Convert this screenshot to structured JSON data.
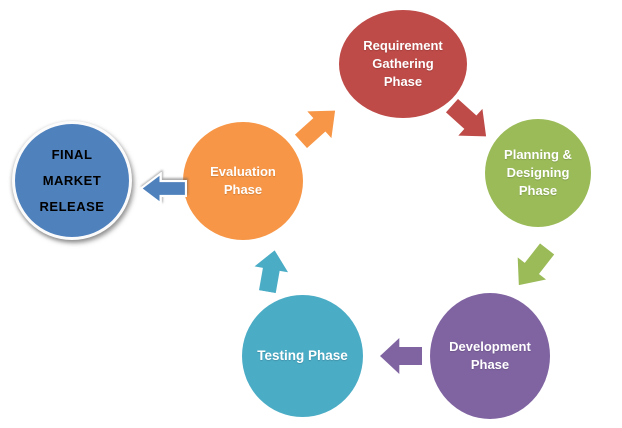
{
  "diagram": {
    "phases": [
      {
        "label": "Requirement\nGathering\nPhase",
        "fill": "#BE4B48",
        "text_color": "#FFFFFF"
      },
      {
        "label": "Planning &\nDesigning\nPhase",
        "fill": "#9BBB59",
        "text_color": "#FFFFFF"
      },
      {
        "label": "Development\nPhase",
        "fill": "#8064A2",
        "text_color": "#FFFFFF"
      },
      {
        "label": "Testing Phase",
        "fill": "#4BACC6",
        "text_color": "#FFFFFF"
      },
      {
        "label": "Evaluation\nPhase",
        "fill": "#F79646",
        "text_color": "#FFFFFF"
      },
      {
        "label": "FINAL\nMARKET\nRELEASE",
        "fill": "#4F81BD",
        "text_color": "#000000"
      }
    ],
    "arrows": [
      {
        "from": "Evaluation Phase",
        "to": "Requirement Gathering Phase",
        "color": "#F79646",
        "direction": "up-right"
      },
      {
        "from": "Requirement Gathering Phase",
        "to": "Planning & Designing Phase",
        "color": "#BE4B48",
        "direction": "down-right"
      },
      {
        "from": "Planning & Designing Phase",
        "to": "Development Phase",
        "color": "#9BBB59",
        "direction": "down-left"
      },
      {
        "from": "Development Phase",
        "to": "Testing Phase",
        "color": "#8064A2",
        "direction": "left"
      },
      {
        "from": "Testing Phase",
        "to": "Evaluation Phase",
        "color": "#4BACC6",
        "direction": "up"
      },
      {
        "from": "Evaluation Phase",
        "to": "FINAL MARKET RELEASE",
        "color": "#4F81BD",
        "direction": "left",
        "style": "white-outlined"
      }
    ]
  }
}
